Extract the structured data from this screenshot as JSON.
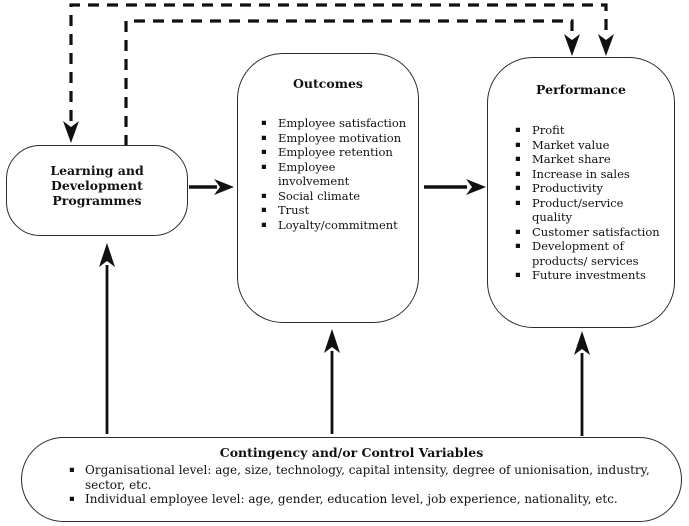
{
  "diagram": {
    "learning": {
      "title": "Learning and Development Programmes"
    },
    "outcomes": {
      "title": "Outcomes",
      "items": [
        "Employee satisfaction",
        "Employee motivation",
        "Employee retention",
        "Employee involvement",
        "Social climate",
        "Trust",
        "Loyalty/commitment"
      ]
    },
    "performance": {
      "title": "Performance",
      "items": [
        "Profit",
        "Market value",
        "Market share",
        "Increase in sales",
        "Productivity",
        "Product/service quality",
        "Customer satisfaction",
        "Development of products/ services",
        "Future investments"
      ]
    },
    "contingency": {
      "title": "Contingency and/or Control Variables",
      "items": [
        "Organisational level: age, size, technology, capital intensity, degree of unionisation, industry, sector, etc.",
        "Individual employee level: age, gender, education level, job experience, nationality, etc."
      ]
    },
    "colors": {
      "line": "#111111",
      "border": "#2b2b2b",
      "background": "#ffffff"
    }
  }
}
